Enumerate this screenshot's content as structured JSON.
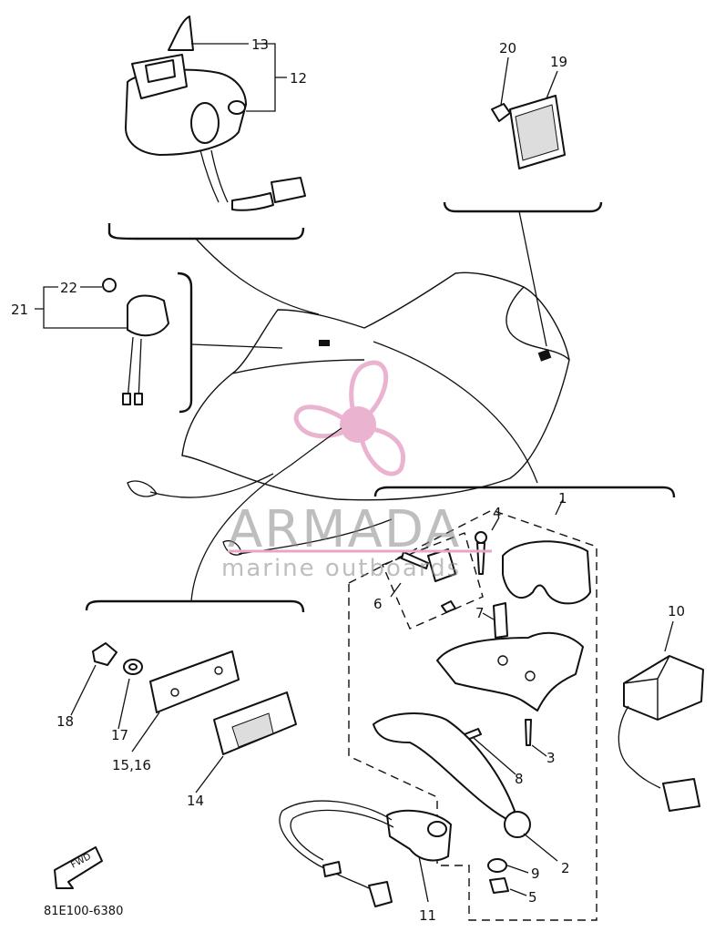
{
  "diagram": {
    "code": "81E100-6380",
    "fwd_label": "FWD",
    "callouts": [
      {
        "id": "c1",
        "label": "1"
      },
      {
        "id": "c2",
        "label": "2"
      },
      {
        "id": "c3",
        "label": "3"
      },
      {
        "id": "c4",
        "label": "4"
      },
      {
        "id": "c5",
        "label": "5"
      },
      {
        "id": "c6",
        "label": "6"
      },
      {
        "id": "c7",
        "label": "7"
      },
      {
        "id": "c8",
        "label": "8"
      },
      {
        "id": "c9",
        "label": "9"
      },
      {
        "id": "c10",
        "label": "10"
      },
      {
        "id": "c11",
        "label": "11"
      },
      {
        "id": "c12",
        "label": "12"
      },
      {
        "id": "c13",
        "label": "13"
      },
      {
        "id": "c14",
        "label": "14"
      },
      {
        "id": "c15",
        "label": "15,16"
      },
      {
        "id": "c17",
        "label": "17"
      },
      {
        "id": "c18",
        "label": "18"
      },
      {
        "id": "c19",
        "label": "19"
      },
      {
        "id": "c20",
        "label": "20"
      },
      {
        "id": "c21",
        "label": "21"
      },
      {
        "id": "c22",
        "label": "22"
      }
    ]
  },
  "watermark": {
    "brand": "ARMADA",
    "tagline": "marine outboards",
    "logo_color": "#e7a6c8"
  }
}
